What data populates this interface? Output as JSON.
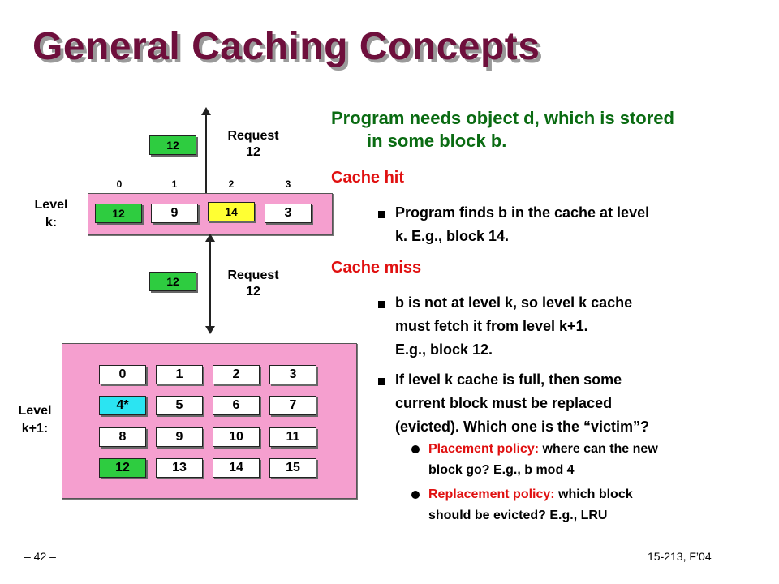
{
  "title": "General Caching  Concepts",
  "diagram": {
    "request_top": [
      "Request",
      "12"
    ],
    "request_mid": [
      "Request",
      "12"
    ],
    "request_top_block": "12",
    "request_mid_block": "12",
    "level_k_label": [
      "Level",
      "k:"
    ],
    "level_k1_label": [
      "Level",
      "k+1:"
    ],
    "cache_indices": [
      "0",
      "1",
      "2",
      "3"
    ],
    "level_k_blocks": [
      "12",
      "9",
      "14",
      "3"
    ],
    "level_k1_blocks": [
      [
        "0",
        "1",
        "2",
        "3"
      ],
      [
        "4*",
        "5",
        "6",
        "7"
      ],
      [
        "8",
        "9",
        "10",
        "11"
      ],
      [
        "12",
        "13",
        "14",
        "15"
      ]
    ]
  },
  "content": {
    "intro": [
      "Program needs object d, which is stored",
      "in some block b."
    ],
    "hit_heading": "Cache hit",
    "hit_bullet": [
      "Program finds  b  in the cache at level",
      "k.  E.g.,  block 14."
    ],
    "miss_heading": "Cache miss",
    "miss_bullet1": [
      "b is not at level k, so level k cache",
      "must fetch it from level k+1.",
      "E.g.,  block 12."
    ],
    "miss_bullet2": [
      "If level k cache is full, then some",
      "current block must be replaced",
      "(evicted). Which one is the “victim”?"
    ],
    "placement_label": "Placement policy:",
    "placement_text": [
      " where can the new",
      "block go? E.g., b mod 4"
    ],
    "replacement_label": "Replacement policy:",
    "replacement_text": [
      " which block",
      "should be evicted? E.g., LRU"
    ]
  },
  "footer": {
    "page": "– 42 –",
    "course": "15-213, F’04"
  },
  "colors": {
    "title": "#6e0f3c",
    "panel": "#f59fcf",
    "green": "#2ecc40",
    "yellow": "#ffff33",
    "cyan": "#2be4f2",
    "heading_green": "#0a6b12",
    "heading_red": "#e01010"
  }
}
